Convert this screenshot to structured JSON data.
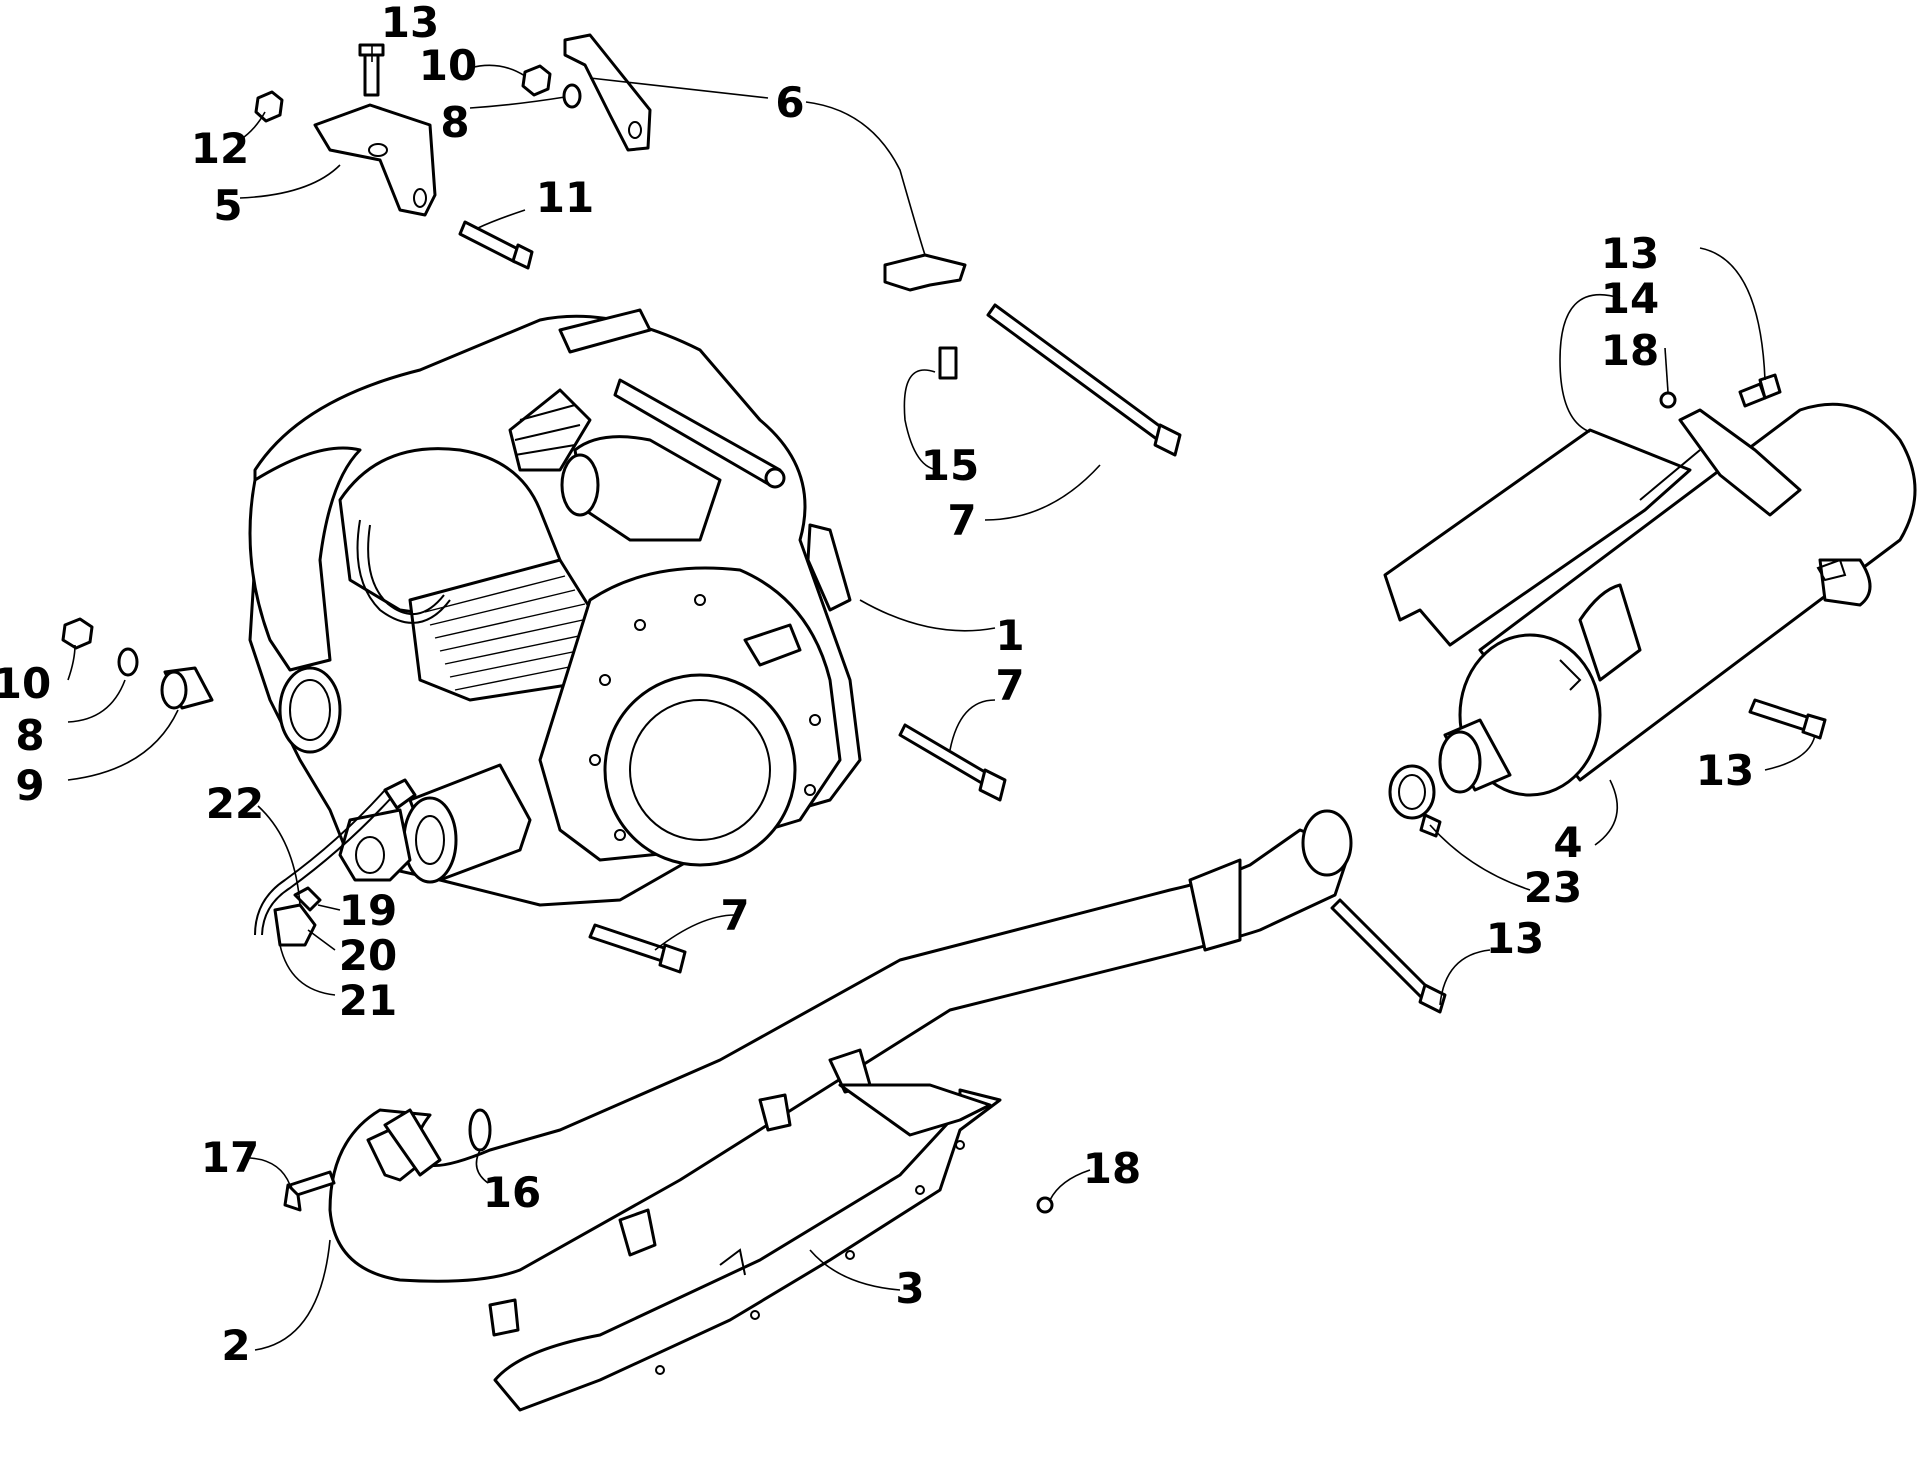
{
  "diagram": {
    "callouts": {
      "c1": "1",
      "c2": "2",
      "c3": "3",
      "c4": "4",
      "c5": "5",
      "c6": "6",
      "c7a": "7",
      "c7b": "7",
      "c7c": "7",
      "c8a": "8",
      "c8b": "8",
      "c9": "9",
      "c10a": "10",
      "c10b": "10",
      "c11": "11",
      "c12": "12",
      "c13a": "13",
      "c13b": "13",
      "c13c": "13",
      "c13d": "13",
      "c14": "14",
      "c15": "15",
      "c16": "16",
      "c17": "17",
      "c18a": "18",
      "c18b": "18",
      "c19": "19",
      "c20": "20",
      "c21": "21",
      "c22": "22",
      "c23": "23"
    }
  }
}
